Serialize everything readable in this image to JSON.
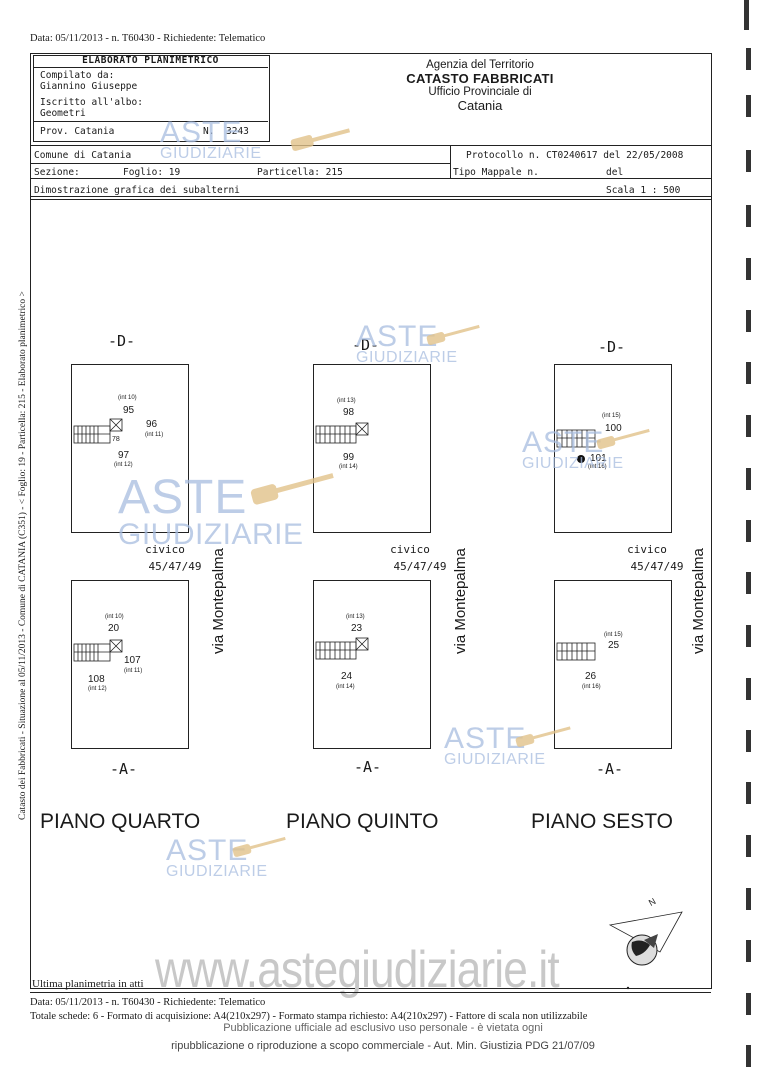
{
  "header_top": "Data: 05/11/2013 - n. T60430 - Richiedente: Telematico",
  "form": {
    "title": "ELABORATO PLANIMETRICO",
    "compilato_label": "Compilato da:",
    "compilato_value": "Giannino Giuseppe",
    "iscritto_label": "Iscritto all'albo:",
    "iscritto_value": "Geometri",
    "prov_label": "Prov. Catania",
    "n_label": "N.",
    "n_value": "3243",
    "comune": "Comune di Catania",
    "sezione": "Sezione:",
    "foglio": "Foglio: 19",
    "particella": "Particella: 215",
    "protocollo": "Protocollo n. CT0240617 del 22/05/2008",
    "tipo_mappale": "Tipo Mappale n.",
    "del": "del",
    "dimostrazione": "Dimostrazione grafica dei subalterni",
    "scala": "Scala 1 : 500"
  },
  "agency": {
    "line1": "Agenzia del Territorio",
    "line2": "CATASTO FABBRICATI",
    "line3": "Ufficio Provinciale di",
    "line4": "Catania"
  },
  "side_text": "Catasto dei Fabbricati - Situazione al 05/11/2013 - Comune di CATANIA (C351) - < Foglio: 19 - Particella: 215 - Elaborato planimetrico >",
  "drawing": {
    "d_mark": "-D-",
    "a_mark": "-A-",
    "civico_label": "civico",
    "civico_number": "45/47/49",
    "street": "via Montepalma",
    "plans": [
      {
        "title": "PIANO QUARTO",
        "upper": {
          "int_a": "(int 10)",
          "n_a": "95",
          "n_b": "96",
          "int_b": "(int 11)",
          "n_stair": "78",
          "n_c": "97",
          "int_c": "(int 12)"
        },
        "lower": {
          "int_a": "(int 10)",
          "n_a": "20",
          "n_b": "107",
          "int_b": "(int 11)",
          "n_c": "108",
          "int_c": "(int 12)"
        }
      },
      {
        "title": "PIANO QUINTO",
        "upper": {
          "int_a": "(int 13)",
          "n_a": "98",
          "n_c": "99",
          "int_c": "(int 14)"
        },
        "lower": {
          "int_a": "(int 13)",
          "n_a": "23",
          "n_c": "24",
          "int_c": "(int 14)"
        }
      },
      {
        "title": "PIANO SESTO",
        "upper": {
          "int_a": "(int 15)",
          "n_a": "100",
          "n_c": "101",
          "int_c": "(int 16)"
        },
        "lower": {
          "int_a": "(int 15)",
          "n_a": "25",
          "n_c": "26",
          "int_c": "(int 16)"
        }
      }
    ],
    "compass_n": "N"
  },
  "watermark": {
    "aste": "ASTE",
    "giudiziarie": "GIUDIZIARIE",
    "url": "www.astegiudiziarie.it"
  },
  "footer": {
    "ultima": "Ultima planimetria in atti",
    "line1": "Data: 05/11/2013 - n. T60430 - Richiedente: Telematico",
    "line2": "Totale schede: 6 - Formato di acquisizione: A4(210x297) - Formato stampa richiesto: A4(210x297) - Fattore di scala non utilizzabile",
    "pub1": "Pubblicazione ufficiale ad esclusivo uso personale - è vietata ogni",
    "pub2": "ripubblicazione o riproduzione a scopo commerciale - Aut. Min. Giustizia PDG 21/07/09"
  }
}
